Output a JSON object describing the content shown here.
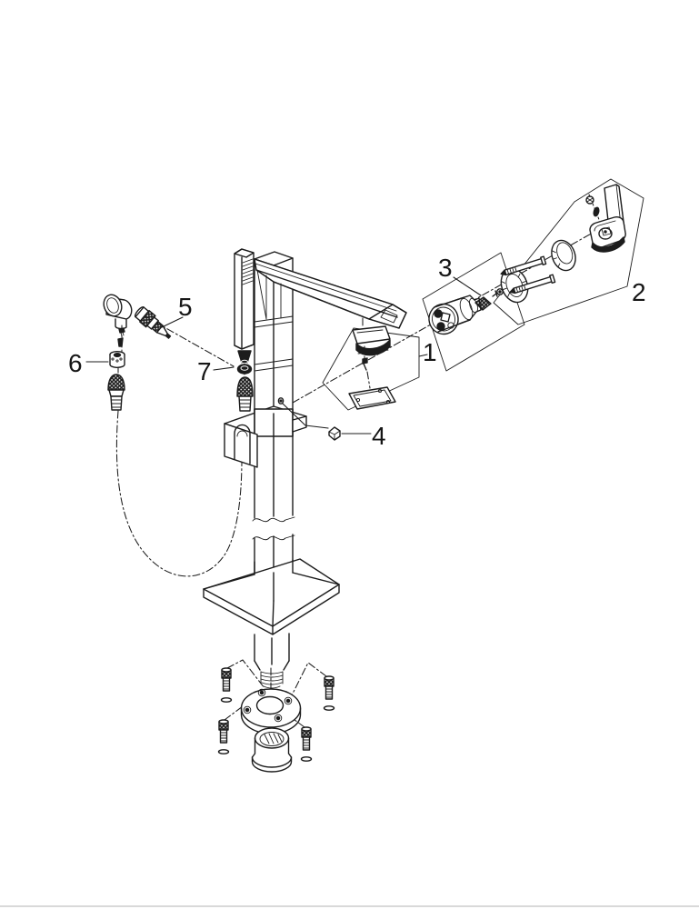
{
  "diagram": {
    "kind": "exploded-assembly-drawing",
    "subject": "freestanding-bath-mixer-with-hand-shower",
    "background_color": "#ffffff",
    "line_color": "#1c1c1c",
    "footer_rule_color": "#d9d9d9",
    "callouts": [
      {
        "label": "1",
        "part": "spout-mousseur-outlet-kit"
      },
      {
        "label": "2",
        "part": "lever-handle-kit"
      },
      {
        "label": "3",
        "part": "cartridge-kit"
      },
      {
        "label": "4",
        "part": "plug-screw"
      },
      {
        "label": "5",
        "part": "non-return-valve"
      },
      {
        "label": "6",
        "part": "union-nut"
      },
      {
        "label": "7",
        "part": "o-ring"
      }
    ]
  }
}
